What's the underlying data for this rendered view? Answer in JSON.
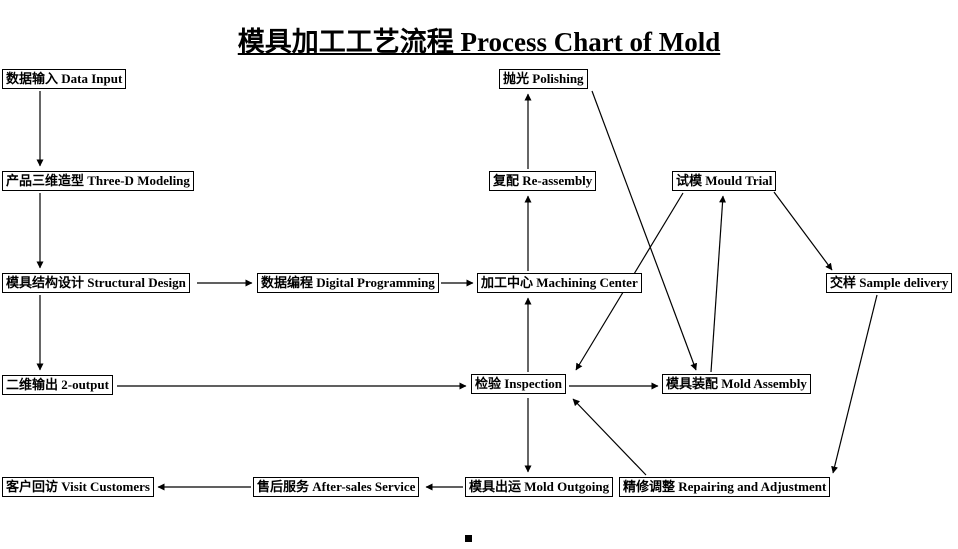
{
  "title": "模具加工工艺流程 Process Chart of Mold",
  "nodes": {
    "data_input": {
      "label": "数据输入 Data Input"
    },
    "three_d_modeling": {
      "label": "产品三维造型 Three-D Modeling"
    },
    "structural_design": {
      "label": "模具结构设计 Structural Design"
    },
    "two_d_output": {
      "label": "二维输出 2-output"
    },
    "visit_customers": {
      "label": "客户回访 Visit Customers"
    },
    "digital_programming": {
      "label": "数据编程 Digital Programming"
    },
    "machining_center": {
      "label": "加工中心 Machining Center"
    },
    "re_assembly": {
      "label": "复配 Re-assembly"
    },
    "polishing": {
      "label": "抛光 Polishing"
    },
    "inspection": {
      "label": "检验 Inspection"
    },
    "mold_assembly": {
      "label": "模具装配 Mold Assembly"
    },
    "mould_trial": {
      "label": "试模 Mould Trial"
    },
    "sample_delivery": {
      "label": "交样 Sample delivery"
    },
    "mold_outgoing": {
      "label": "模具出运 Mold Outgoing"
    },
    "after_sales_service": {
      "label": "售后服务 After-sales Service"
    },
    "repairing_adjustment": {
      "label": "精修调整 Repairing and Adjustment"
    }
  },
  "edges": [
    {
      "from": "data_input",
      "to": "three_d_modeling"
    },
    {
      "from": "three_d_modeling",
      "to": "structural_design"
    },
    {
      "from": "structural_design",
      "to": "two_d_output"
    },
    {
      "from": "structural_design",
      "to": "digital_programming"
    },
    {
      "from": "digital_programming",
      "to": "machining_center"
    },
    {
      "from": "two_d_output",
      "to": "inspection"
    },
    {
      "from": "inspection",
      "to": "mold_assembly"
    },
    {
      "from": "inspection",
      "to": "machining_center"
    },
    {
      "from": "machining_center",
      "to": "re_assembly"
    },
    {
      "from": "re_assembly",
      "to": "polishing"
    },
    {
      "from": "inspection",
      "to": "mold_outgoing"
    },
    {
      "from": "mold_outgoing",
      "to": "after_sales_service"
    },
    {
      "from": "after_sales_service",
      "to": "visit_customers"
    },
    {
      "from": "polishing",
      "to": "mold_assembly"
    },
    {
      "from": "mould_trial",
      "to": "inspection"
    },
    {
      "from": "mold_assembly",
      "to": "mould_trial"
    },
    {
      "from": "mould_trial",
      "to": "sample_delivery"
    },
    {
      "from": "sample_delivery",
      "to": "repairing_adjustment"
    },
    {
      "from": "repairing_adjustment",
      "to": "inspection"
    }
  ],
  "colors": {
    "line": "#000000",
    "box_border": "#000000",
    "box_bg": "#ffffff",
    "text": "#000000"
  }
}
